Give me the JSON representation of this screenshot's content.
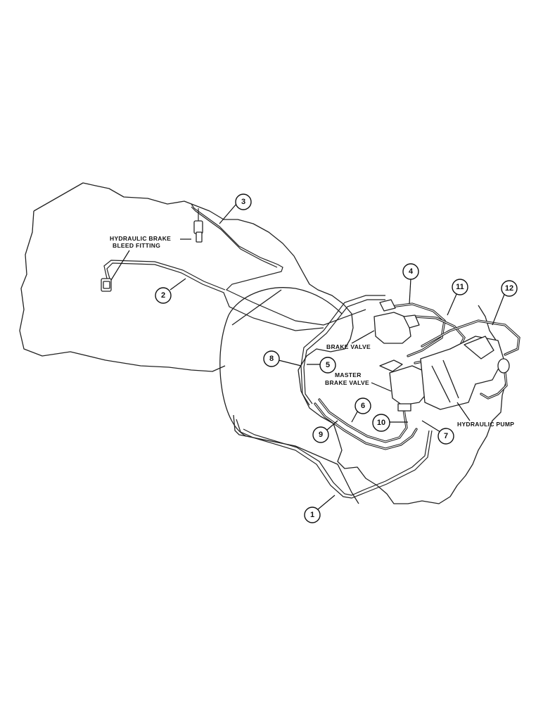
{
  "labels": {
    "bleed_fitting_line1": "HYDRAULIC BRAKE",
    "bleed_fitting_line2": "BLEED FITTING",
    "brake_valve": "BRAKE VALVE",
    "master_brake_valve_line1": "MASTER",
    "master_brake_valve_line2": "BRAKE VALVE",
    "hydraulic_pump": "HYDRAULIC PUMP"
  },
  "callouts": [
    "1",
    "2",
    "3",
    "4",
    "5",
    "6",
    "7",
    "8",
    "9",
    "10",
    "11",
    "12"
  ]
}
